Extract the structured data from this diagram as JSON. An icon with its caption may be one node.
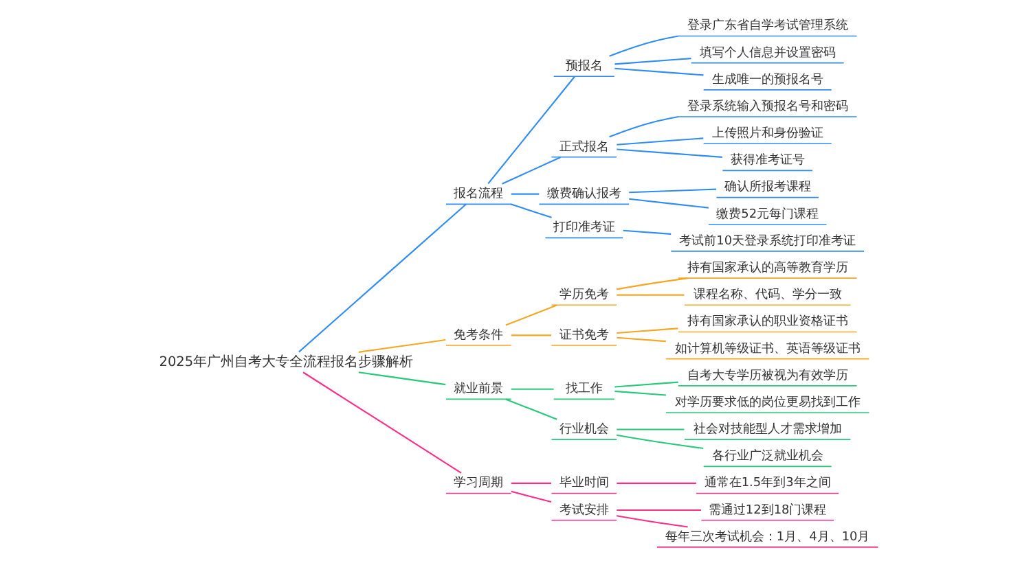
{
  "diagram": {
    "nodes": [
      {
        "text": [
          "2025年广州自考大专全流程报名步骤解析"
        ]
      },
      {
        "text": [
          "报名流程"
        ]
      },
      {
        "text": [
          "预报名"
        ]
      },
      {
        "text": [
          "登录广东省自学考试管理系统"
        ]
      },
      {
        "text": [
          "填写个人信息并设置密码"
        ]
      },
      {
        "text": [
          "生成唯一的预报名号"
        ]
      },
      {
        "text": [
          "正式报名"
        ]
      },
      {
        "text": [
          "登录系统输入预报名号和密码"
        ]
      },
      {
        "text": [
          "上传照片和身份验证"
        ]
      },
      {
        "text": [
          "获得准考证号"
        ]
      },
      {
        "text": [
          "缴费确认报考"
        ]
      },
      {
        "text": [
          "确认所报考课程"
        ]
      },
      {
        "text": [
          "缴费52元每门课程"
        ]
      },
      {
        "text": [
          "打印准考证"
        ]
      },
      {
        "text": [
          "考试前10天登录系统打印准考证"
        ]
      },
      {
        "text": [
          "免考条件"
        ]
      },
      {
        "text": [
          "学历免考"
        ]
      },
      {
        "text": [
          "持有国家承认的高等教育学历"
        ]
      },
      {
        "text": [
          "课程名称、代码、学分一致"
        ]
      },
      {
        "text": [
          "证书免考"
        ]
      },
      {
        "text": [
          "持有国家承认的职业资格证书"
        ]
      },
      {
        "text": [
          "如计算机等级证书、英语等级证书"
        ]
      },
      {
        "text": [
          "就业前景"
        ]
      },
      {
        "text": [
          "找工作"
        ]
      },
      {
        "text": [
          "自考大专学历被视为有效学历"
        ]
      },
      {
        "text": [
          "对学历要求低的岗位更易找到工作"
        ]
      },
      {
        "text": [
          "行业机会"
        ]
      },
      {
        "text": [
          "社会对技能型人才需求增加"
        ]
      },
      {
        "text": [
          "各行业广泛就业机会"
        ]
      },
      {
        "text": [
          "学习周期"
        ]
      },
      {
        "text": [
          "毕业时间"
        ]
      },
      {
        "text": [
          "通常在1.5年到3年之间"
        ]
      },
      {
        "text": [
          "考试安排"
        ]
      },
      {
        "text": [
          "需通过12到18门课程"
        ]
      },
      {
        "text": [
          "每年三次考试机会：1月、4月、10月"
        ]
      }
    ],
    "edges": [
      {
        "from": 0,
        "to": 1,
        "arrow": "none"
      },
      {
        "from": 1,
        "to": 2,
        "arrow": "none"
      },
      {
        "from": 2,
        "to": 3,
        "arrow": "none"
      },
      {
        "from": 2,
        "to": 4,
        "arrow": "none"
      },
      {
        "from": 2,
        "to": 5,
        "arrow": "none"
      },
      {
        "from": 1,
        "to": 6,
        "arrow": "none"
      },
      {
        "from": 6,
        "to": 7,
        "arrow": "none"
      },
      {
        "from": 6,
        "to": 8,
        "arrow": "none"
      },
      {
        "from": 6,
        "to": 9,
        "arrow": "none"
      },
      {
        "from": 1,
        "to": 10,
        "arrow": "none"
      },
      {
        "from": 10,
        "to": 11,
        "arrow": "none"
      },
      {
        "from": 10,
        "to": 12,
        "arrow": "none"
      },
      {
        "from": 1,
        "to": 13,
        "arrow": "none"
      },
      {
        "from": 13,
        "to": 14,
        "arrow": "none"
      },
      {
        "from": 0,
        "to": 15,
        "arrow": "none",
        "color": "#f5a623"
      },
      {
        "from": 15,
        "to": 16,
        "arrow": "none",
        "color": "#f5a623"
      },
      {
        "from": 16,
        "to": 17,
        "arrow": "none",
        "color": "#f5a623"
      },
      {
        "from": 16,
        "to": 18,
        "arrow": "none",
        "color": "#f5a623"
      },
      {
        "from": 15,
        "to": 19,
        "arrow": "none",
        "color": "#f5a623"
      },
      {
        "from": 19,
        "to": 20,
        "arrow": "none",
        "color": "#f5a623"
      },
      {
        "from": 19,
        "to": 21,
        "arrow": "none",
        "color": "#f5a623"
      },
      {
        "from": 0,
        "to": 22,
        "arrow": "none",
        "color": "#27c97a"
      },
      {
        "from": 22,
        "to": 23,
        "arrow": "none",
        "color": "#27c97a"
      },
      {
        "from": 23,
        "to": 24,
        "arrow": "none",
        "color": "#27c97a"
      },
      {
        "from": 23,
        "to": 25,
        "arrow": "none",
        "color": "#27c97a"
      },
      {
        "from": 22,
        "to": 26,
        "arrow": "none",
        "color": "#27c97a"
      },
      {
        "from": 26,
        "to": 27,
        "arrow": "none",
        "color": "#27c97a"
      },
      {
        "from": 26,
        "to": 28,
        "arrow": "none",
        "color": "#27c97a"
      },
      {
        "from": 0,
        "to": 29,
        "arrow": "none",
        "color": "#ff2d8a"
      },
      {
        "from": 29,
        "to": 30,
        "arrow": "none",
        "color": "#ff2d8a"
      },
      {
        "from": 30,
        "to": 31,
        "arrow": "none",
        "color": "#ff2d8a"
      },
      {
        "from": 29,
        "to": 32,
        "arrow": "none",
        "color": "#ff2d8a"
      },
      {
        "from": 32,
        "to": 33,
        "arrow": "none",
        "color": "#ff2d8a"
      },
      {
        "from": 32,
        "to": 34,
        "arrow": "none",
        "color": "#ff2d8a"
      }
    ]
  }
}
